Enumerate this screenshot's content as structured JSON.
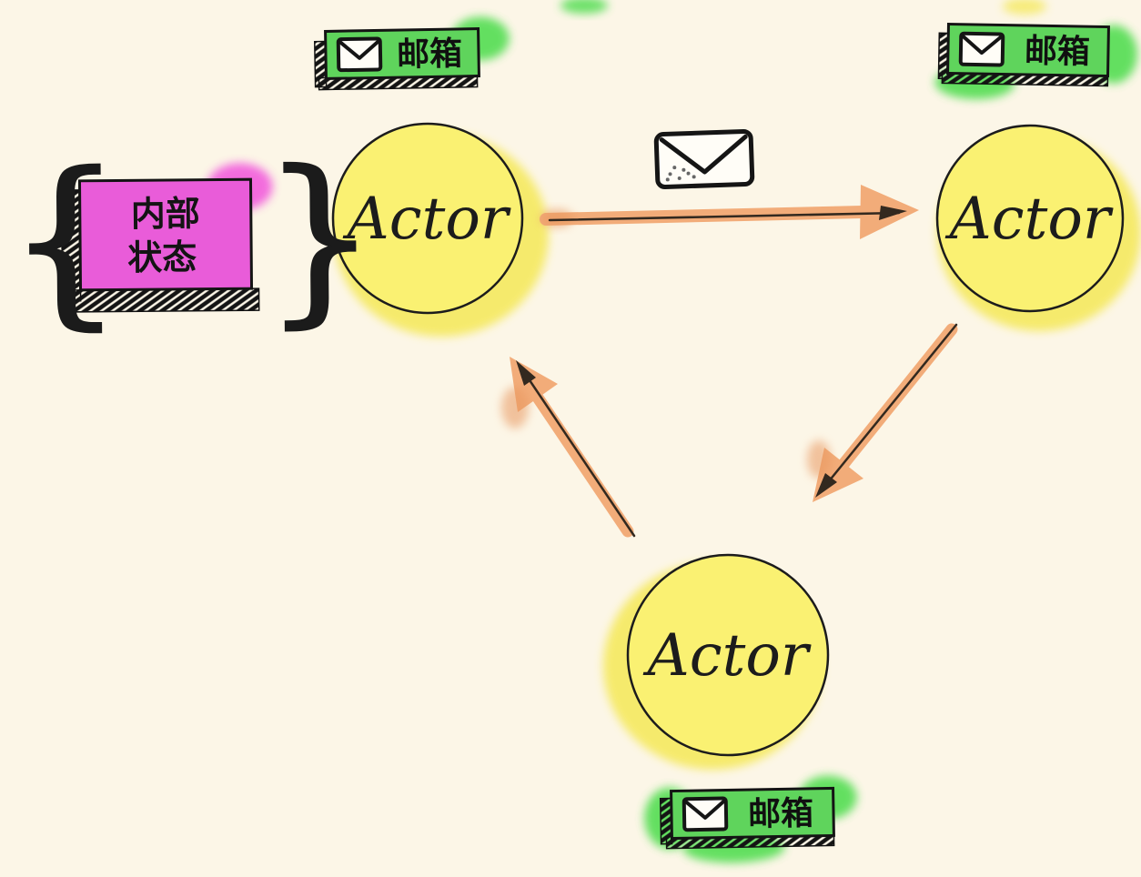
{
  "canvas": {
    "background": "#FCF6E7"
  },
  "colors": {
    "actor_yellow": "#FAF172",
    "actor_glow": "#F5E95F",
    "mailbox_green": "#5FD45C",
    "mailbox_glow": "#49DC49",
    "state_pink": "#E95CD9",
    "state_glow": "#F153DB",
    "arrow_orange": "#F2AC79",
    "arrow_dab": "#E8975F",
    "ink": "#1B1B1B"
  },
  "actors": [
    {
      "id": "actor-top-left",
      "label": "Actor"
    },
    {
      "id": "actor-top-right",
      "label": "Actor"
    },
    {
      "id": "actor-bottom",
      "label": "Actor"
    }
  ],
  "mailboxes": [
    {
      "id": "mailbox-top-left",
      "label": "邮箱",
      "icon": "envelope-icon"
    },
    {
      "id": "mailbox-top-right",
      "label": "邮箱",
      "icon": "envelope-icon"
    },
    {
      "id": "mailbox-bottom",
      "label": "邮箱",
      "icon": "envelope-icon"
    }
  ],
  "internal_state": {
    "line1": "内部",
    "line2": "状态",
    "brace_left": "{",
    "brace_right": "}"
  },
  "message": {
    "icon": "envelope-icon"
  },
  "arrows": [
    {
      "from": "actor-top-left",
      "to": "actor-top-right",
      "label_icon": "envelope-icon"
    },
    {
      "from": "actor-top-right",
      "to": "actor-bottom"
    },
    {
      "from": "actor-bottom",
      "to": "actor-top-left"
    }
  ]
}
